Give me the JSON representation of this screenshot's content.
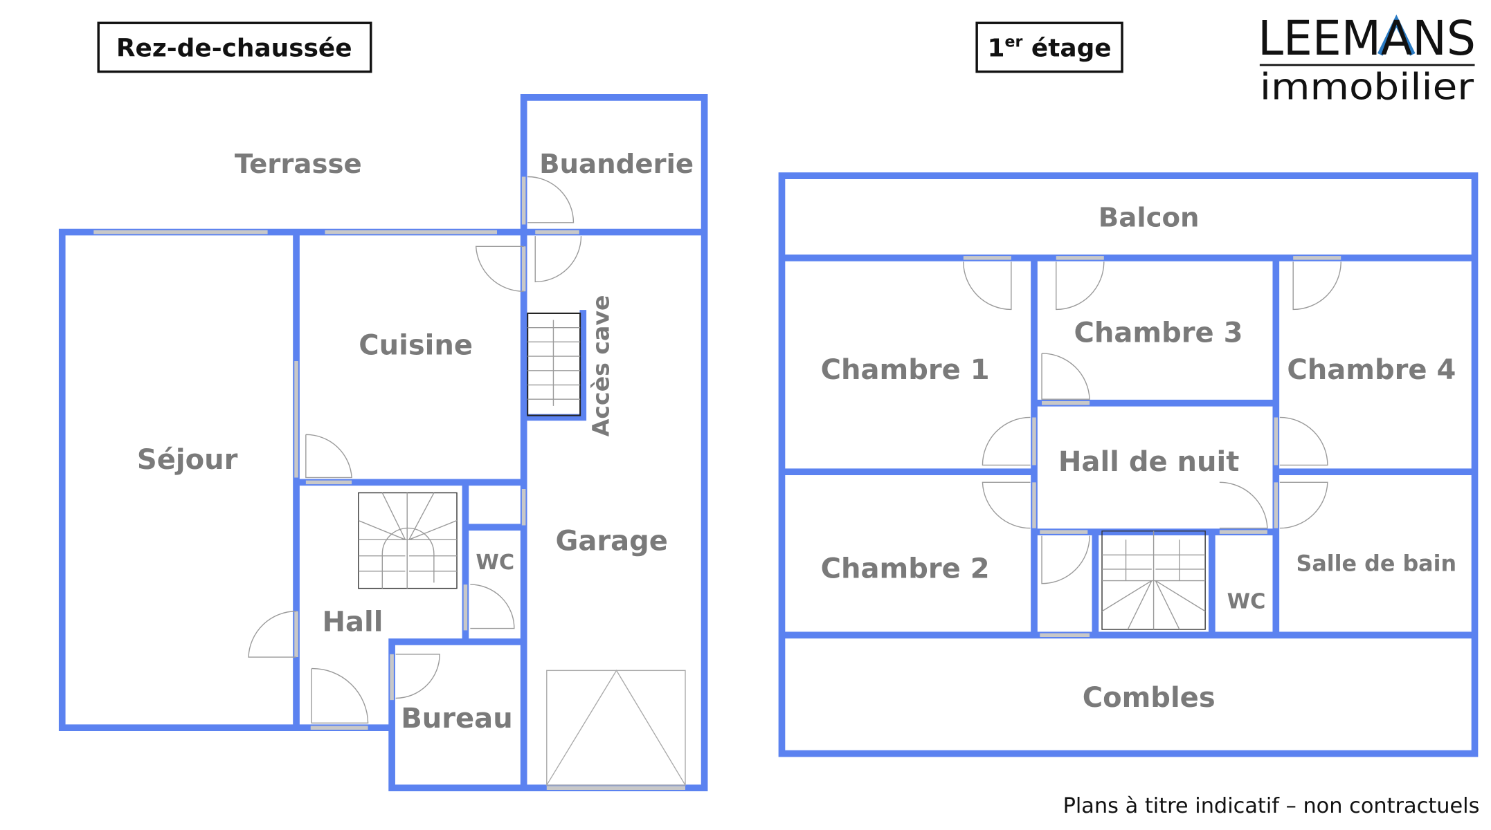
{
  "ground_floor": {
    "title": "Rez-de-chaussée",
    "rooms": {
      "terrasse": "Terrasse",
      "buanderie": "Buanderie",
      "cuisine": "Cuisine",
      "acces_cave": "Accès cave",
      "sejour": "Séjour",
      "garage": "Garage",
      "wc": "WC",
      "hall": "Hall",
      "bureau": "Bureau"
    }
  },
  "first_floor": {
    "title_main": "1",
    "title_sup": "er",
    "title_rest": " étage",
    "rooms": {
      "balcon": "Balcon",
      "chambre1": "Chambre 1",
      "chambre3": "Chambre 3",
      "chambre4": "Chambre 4",
      "hall_nuit": "Hall de nuit",
      "chambre2": "Chambre 2",
      "wc": "WC",
      "salle_de_bain": "Salle de bain",
      "combles": "Combles"
    }
  },
  "logo": {
    "name": "LEEMANS",
    "sub": "immobilier"
  },
  "disclaimer": "Plans à titre indicatif – non contractuels",
  "colors": {
    "wall": "#5b82f0",
    "label": "#7a7a7a",
    "logo_accent": "#2a7bc4"
  }
}
